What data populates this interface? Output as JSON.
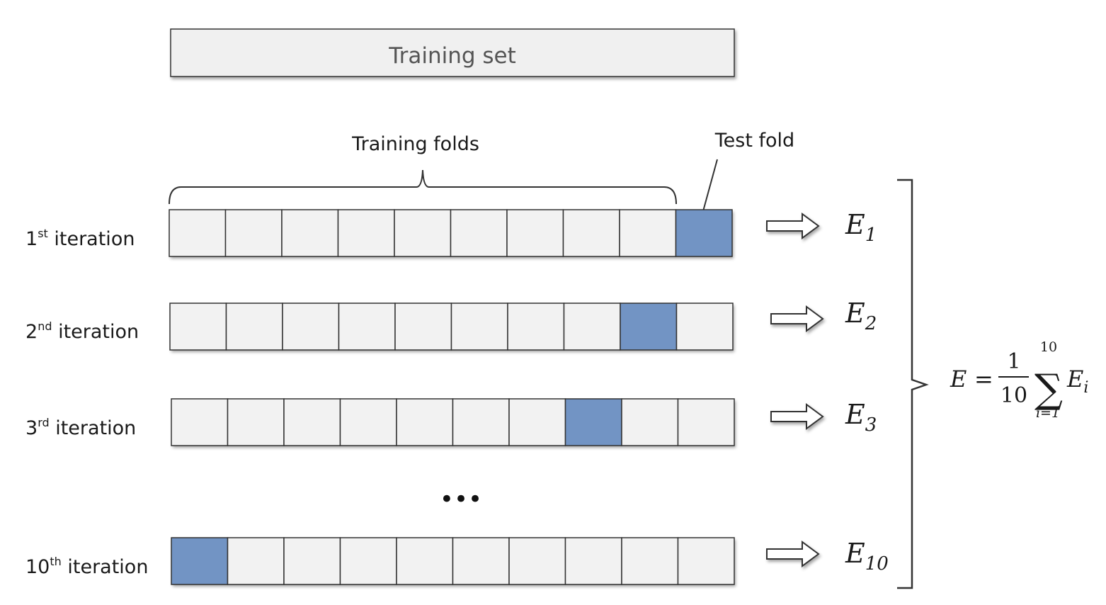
{
  "training_set": {
    "label": "Training set"
  },
  "training_folds_label": "Training folds",
  "test_fold_label": "Test fold",
  "ellipsis": "•••",
  "colors": {
    "test_fold": "#7294c4",
    "fold": "#f2f2f2",
    "stroke": "#333333"
  },
  "folds_per_row": 10,
  "iterations": [
    {
      "num": "1",
      "suffix": "st",
      "word": "iteration",
      "test_fold_index": 9,
      "error_base": "E",
      "error_sub": "1"
    },
    {
      "num": "2",
      "suffix": "nd",
      "word": "iteration",
      "test_fold_index": 8,
      "error_base": "E",
      "error_sub": "2"
    },
    {
      "num": "3",
      "suffix": "rd",
      "word": "iteration",
      "test_fold_index": 7,
      "error_base": "E",
      "error_sub": "3"
    },
    {
      "num": "10",
      "suffix": "th",
      "word": "iteration",
      "test_fold_index": 0,
      "error_base": "E",
      "error_sub": "10"
    }
  ],
  "formula": {
    "lhs": "E",
    "equals": "=",
    "numerator": "1",
    "denominator": "10",
    "sum_symbol": "∑",
    "upper": "10",
    "lower": "i=1",
    "term_base": "E",
    "term_sub": "i"
  }
}
